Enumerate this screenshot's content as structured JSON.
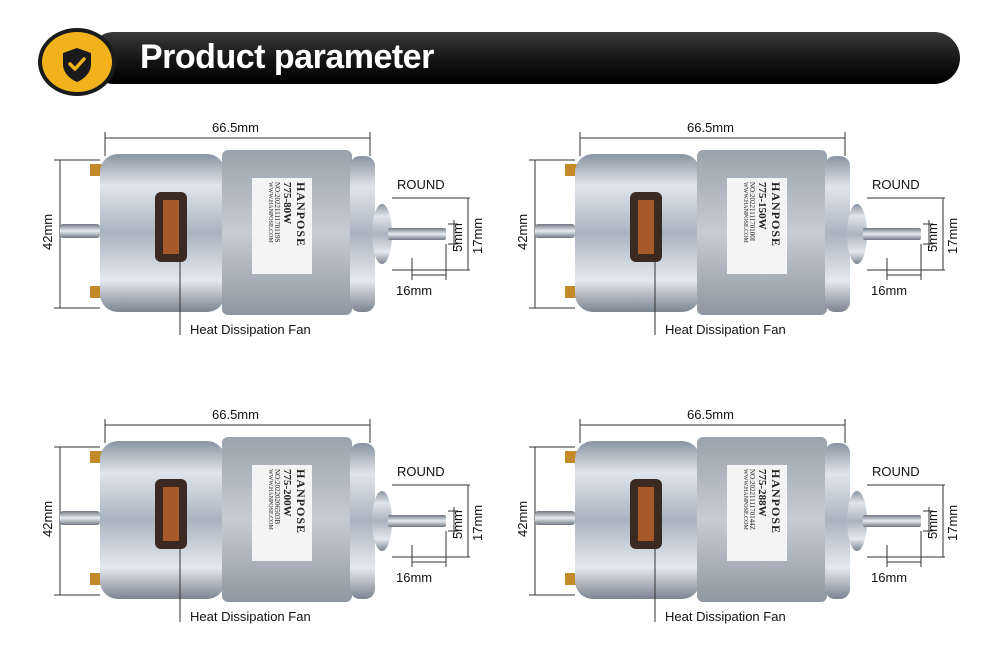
{
  "header": {
    "title": "Product parameter",
    "badge_icon": "shield-check-icon",
    "badge_color": "#f2b21b"
  },
  "motors": [
    {
      "length": "66.5mm",
      "diameter": "42mm",
      "shaft_dia": "5mm",
      "boss": "17mm",
      "shaft_len": "16mm",
      "shape": "ROUND",
      "fan": "Heat  Dissipation Fan",
      "brand": "HANPOSE",
      "model": "775-80W",
      "serial": "NO:2022111170119S",
      "web": "WWW.HANPOSE.COM"
    },
    {
      "length": "66.5mm",
      "diameter": "42mm",
      "shaft_dia": "5mm",
      "boss": "17mm",
      "shaft_len": "16mm",
      "shape": "ROUND",
      "fan": "Heat  Dissipation Fan",
      "brand": "HANPOSE",
      "model": "775-150W",
      "serial": "NO:2022111170100I",
      "web": "WWW.HANPOSE.COM"
    },
    {
      "length": "66.5mm",
      "diameter": "42mm",
      "shaft_dia": "5mm",
      "boss": "17mm",
      "shaft_len": "16mm",
      "shape": "ROUND",
      "fan": "Heat  Dissipation Fan",
      "brand": "HANPOSE",
      "model": "775-200W",
      "serial": "NO:20220206503B",
      "web": "WWW.HANPOSE.COM"
    },
    {
      "length": "66.5mm",
      "diameter": "42mm",
      "shaft_dia": "5mm",
      "boss": "17mm",
      "shaft_len": "16mm",
      "shape": "ROUND",
      "fan": "Heat  Dissipation Fan",
      "brand": "HANPOSE",
      "model": "775-288W",
      "serial": "NO:2022111170144Z",
      "web": "WWW.HANPOSE.COM"
    }
  ]
}
